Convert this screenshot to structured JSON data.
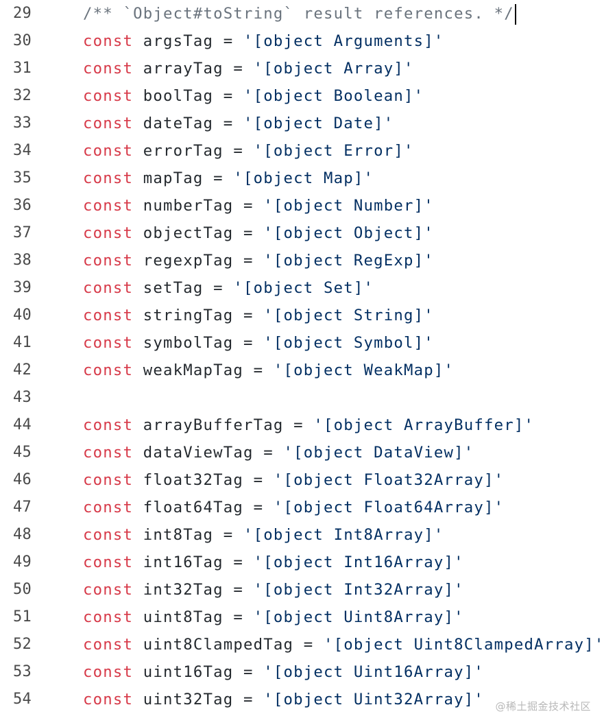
{
  "editor": {
    "lines": [
      {
        "number": "29",
        "type": "comment",
        "comment": "/** `Object#toString` result references. */"
      },
      {
        "number": "30",
        "type": "const",
        "keyword": "const",
        "name": "argsTag",
        "op": "=",
        "value": "'[object Arguments]'"
      },
      {
        "number": "31",
        "type": "const",
        "keyword": "const",
        "name": "arrayTag",
        "op": "=",
        "value": "'[object Array]'"
      },
      {
        "number": "32",
        "type": "const",
        "keyword": "const",
        "name": "boolTag",
        "op": "=",
        "value": "'[object Boolean]'"
      },
      {
        "number": "33",
        "type": "const",
        "keyword": "const",
        "name": "dateTag",
        "op": "=",
        "value": "'[object Date]'"
      },
      {
        "number": "34",
        "type": "const",
        "keyword": "const",
        "name": "errorTag",
        "op": "=",
        "value": "'[object Error]'"
      },
      {
        "number": "35",
        "type": "const",
        "keyword": "const",
        "name": "mapTag",
        "op": "=",
        "value": "'[object Map]'"
      },
      {
        "number": "36",
        "type": "const",
        "keyword": "const",
        "name": "numberTag",
        "op": "=",
        "value": "'[object Number]'"
      },
      {
        "number": "37",
        "type": "const",
        "keyword": "const",
        "name": "objectTag",
        "op": "=",
        "value": "'[object Object]'"
      },
      {
        "number": "38",
        "type": "const",
        "keyword": "const",
        "name": "regexpTag",
        "op": "=",
        "value": "'[object RegExp]'"
      },
      {
        "number": "39",
        "type": "const",
        "keyword": "const",
        "name": "setTag",
        "op": "=",
        "value": "'[object Set]'"
      },
      {
        "number": "40",
        "type": "const",
        "keyword": "const",
        "name": "stringTag",
        "op": "=",
        "value": "'[object String]'"
      },
      {
        "number": "41",
        "type": "const",
        "keyword": "const",
        "name": "symbolTag",
        "op": "=",
        "value": "'[object Symbol]'"
      },
      {
        "number": "42",
        "type": "const",
        "keyword": "const",
        "name": "weakMapTag",
        "op": "=",
        "value": "'[object WeakMap]'"
      },
      {
        "number": "43",
        "type": "blank"
      },
      {
        "number": "44",
        "type": "const",
        "keyword": "const",
        "name": "arrayBufferTag",
        "op": "=",
        "value": "'[object ArrayBuffer]'"
      },
      {
        "number": "45",
        "type": "const",
        "keyword": "const",
        "name": "dataViewTag",
        "op": "=",
        "value": "'[object DataView]'"
      },
      {
        "number": "46",
        "type": "const",
        "keyword": "const",
        "name": "float32Tag",
        "op": "=",
        "value": "'[object Float32Array]'"
      },
      {
        "number": "47",
        "type": "const",
        "keyword": "const",
        "name": "float64Tag",
        "op": "=",
        "value": "'[object Float64Array]'"
      },
      {
        "number": "48",
        "type": "const",
        "keyword": "const",
        "name": "int8Tag",
        "op": "=",
        "value": "'[object Int8Array]'"
      },
      {
        "number": "49",
        "type": "const",
        "keyword": "const",
        "name": "int16Tag",
        "op": "=",
        "value": "'[object Int16Array]'"
      },
      {
        "number": "50",
        "type": "const",
        "keyword": "const",
        "name": "int32Tag",
        "op": "=",
        "value": "'[object Int32Array]'"
      },
      {
        "number": "51",
        "type": "const",
        "keyword": "const",
        "name": "uint8Tag",
        "op": "=",
        "value": "'[object Uint8Array]'"
      },
      {
        "number": "52",
        "type": "const",
        "keyword": "const",
        "name": "uint8ClampedTag",
        "op": "=",
        "value": "'[object Uint8ClampedArray]'"
      },
      {
        "number": "53",
        "type": "const",
        "keyword": "const",
        "name": "uint16Tag",
        "op": "=",
        "value": "'[object Uint16Array]'"
      },
      {
        "number": "54",
        "type": "const",
        "keyword": "const",
        "name": "uint32Tag",
        "op": "=",
        "value": "'[object Uint32Array]'"
      }
    ]
  },
  "watermark": {
    "text": "@稀土掘金技术社区"
  },
  "colors": {
    "keyword": "#d73a49",
    "string": "#032f62",
    "comment": "#6a737d",
    "line_number": "#4a4a4a",
    "background": "#ffffff"
  }
}
